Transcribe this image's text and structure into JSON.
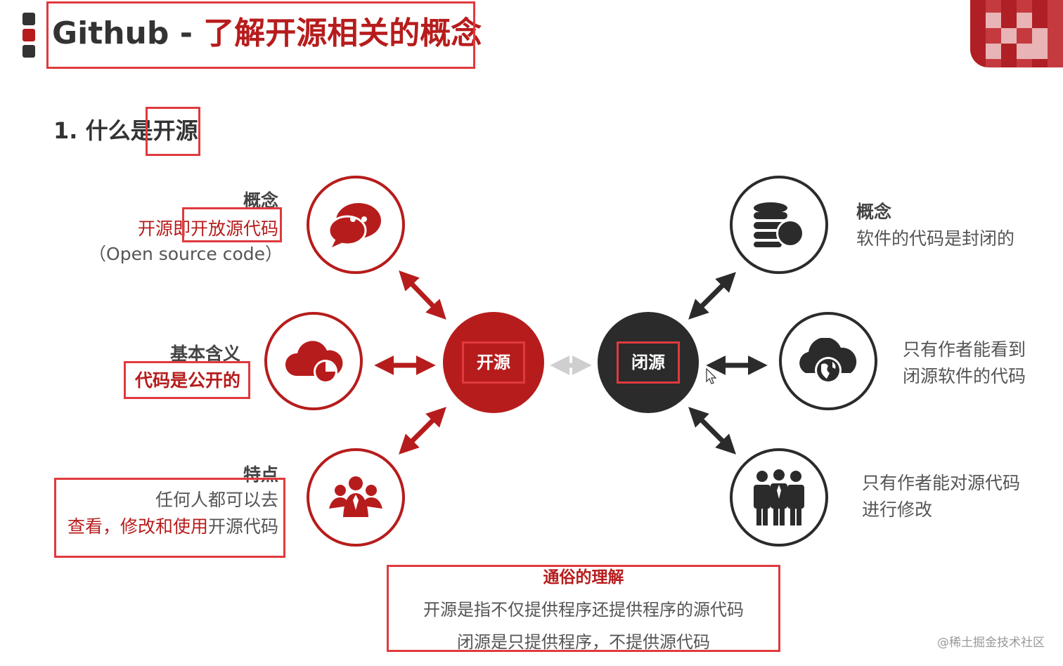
{
  "header": {
    "title_prefix": "Github - ",
    "title_main": "了解开源相关的概念",
    "bar_colors": [
      "#333333",
      "#b71c1c",
      "#333333"
    ]
  },
  "section": {
    "title_prefix": "1. 什么是",
    "title_highlight": "开源"
  },
  "open_source": {
    "hub_label": "开源",
    "concept": {
      "heading": "概念",
      "line1_prefix": "开源即",
      "line1_highlight": "开放源代码",
      "line2": "（Open source code）",
      "icon": "chat-bubbles-icon"
    },
    "meaning": {
      "heading": "基本含义",
      "text": "代码是公开的",
      "icon": "cloud-pie-chart-icon"
    },
    "feature": {
      "heading": "特点",
      "line1": "任何人都可以去",
      "line2_prefix": "查看，修改和使用",
      "line2_suffix": "开源代码",
      "icon": "people-group-icon"
    }
  },
  "closed_source": {
    "hub_label": "闭源",
    "concept": {
      "heading": "概念",
      "text": "软件的代码是封闭的",
      "icon": "database-coins-icon"
    },
    "visibility": {
      "line1": "只有作者能看到",
      "line2": "闭源软件的代码",
      "icon": "cloud-globe-icon"
    },
    "modify": {
      "line1": "只有作者能对源代码",
      "line2": "进行修改",
      "icon": "business-team-icon"
    }
  },
  "summary": {
    "heading": "通俗的理解",
    "line1": "开源是指不仅提供程序还提供程序的源代码",
    "line2": "闭源是只提供程序，不提供源代码"
  },
  "watermark": "@稀土掘金技术社区",
  "colors": {
    "accent": "#b71c1c",
    "dark": "#2b2b2b",
    "highlight_box": "#e03a3e",
    "double_arrow": "#cfcfcf"
  }
}
